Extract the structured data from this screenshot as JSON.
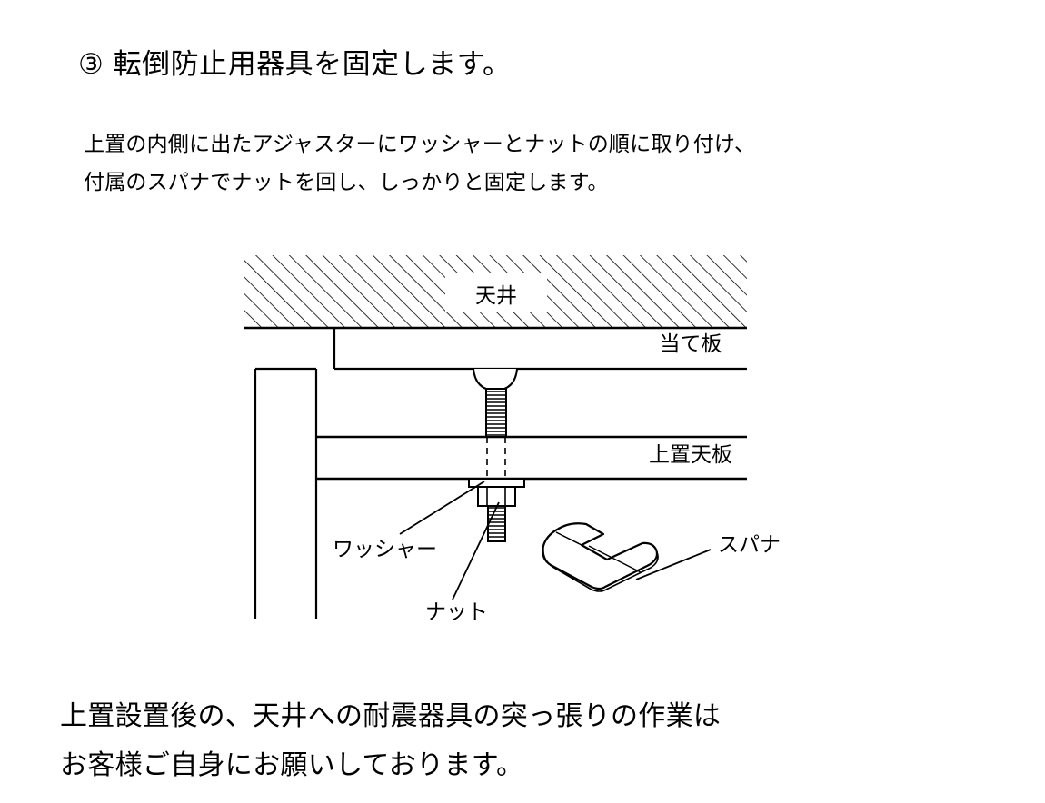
{
  "page": {
    "language": "ja",
    "background_color": "#ffffff",
    "line_color": "#000000"
  },
  "heading": {
    "step_marker": "③",
    "text": "③ 転倒防止用器具を固定します。"
  },
  "intro": {
    "line1": "上置の内側に出たアジャスターにワッシャーとナットの順に取り付け、",
    "line2": "付属のスパナでナットを回し、しっかりと固定します。"
  },
  "diagram": {
    "labels": {
      "ceiling": "天井",
      "backing_board": "当て板",
      "upper_unit_top_panel": "上置天板",
      "washer": "ワッシャー",
      "nut": "ナット",
      "spanner": "スパナ"
    },
    "parts": [
      {
        "name": "ceiling",
        "label": "天井",
        "description": "hatched band"
      },
      {
        "name": "backing-board",
        "label": "当て板",
        "description": "horizontal plate below ceiling"
      },
      {
        "name": "upper-unit-top-panel",
        "label": "上置天板",
        "description": "cabinet top panel"
      },
      {
        "name": "adjuster-bolt",
        "label": "",
        "description": "threaded adjuster bolt with domed head"
      },
      {
        "name": "washer",
        "label": "ワッシャー",
        "description": "flat washer under top panel"
      },
      {
        "name": "nut",
        "label": "ナット",
        "description": "hex nut below washer"
      },
      {
        "name": "spanner",
        "label": "スパナ",
        "description": "open-end wrench"
      },
      {
        "name": "cabinet-side-panel",
        "label": "",
        "description": "vertical side panel at left"
      }
    ]
  },
  "footer": {
    "line1": "上置設置後の、天井への耐震器具の突っ張りの作業は",
    "line2": "お客様ご自身にお願いしております。"
  }
}
